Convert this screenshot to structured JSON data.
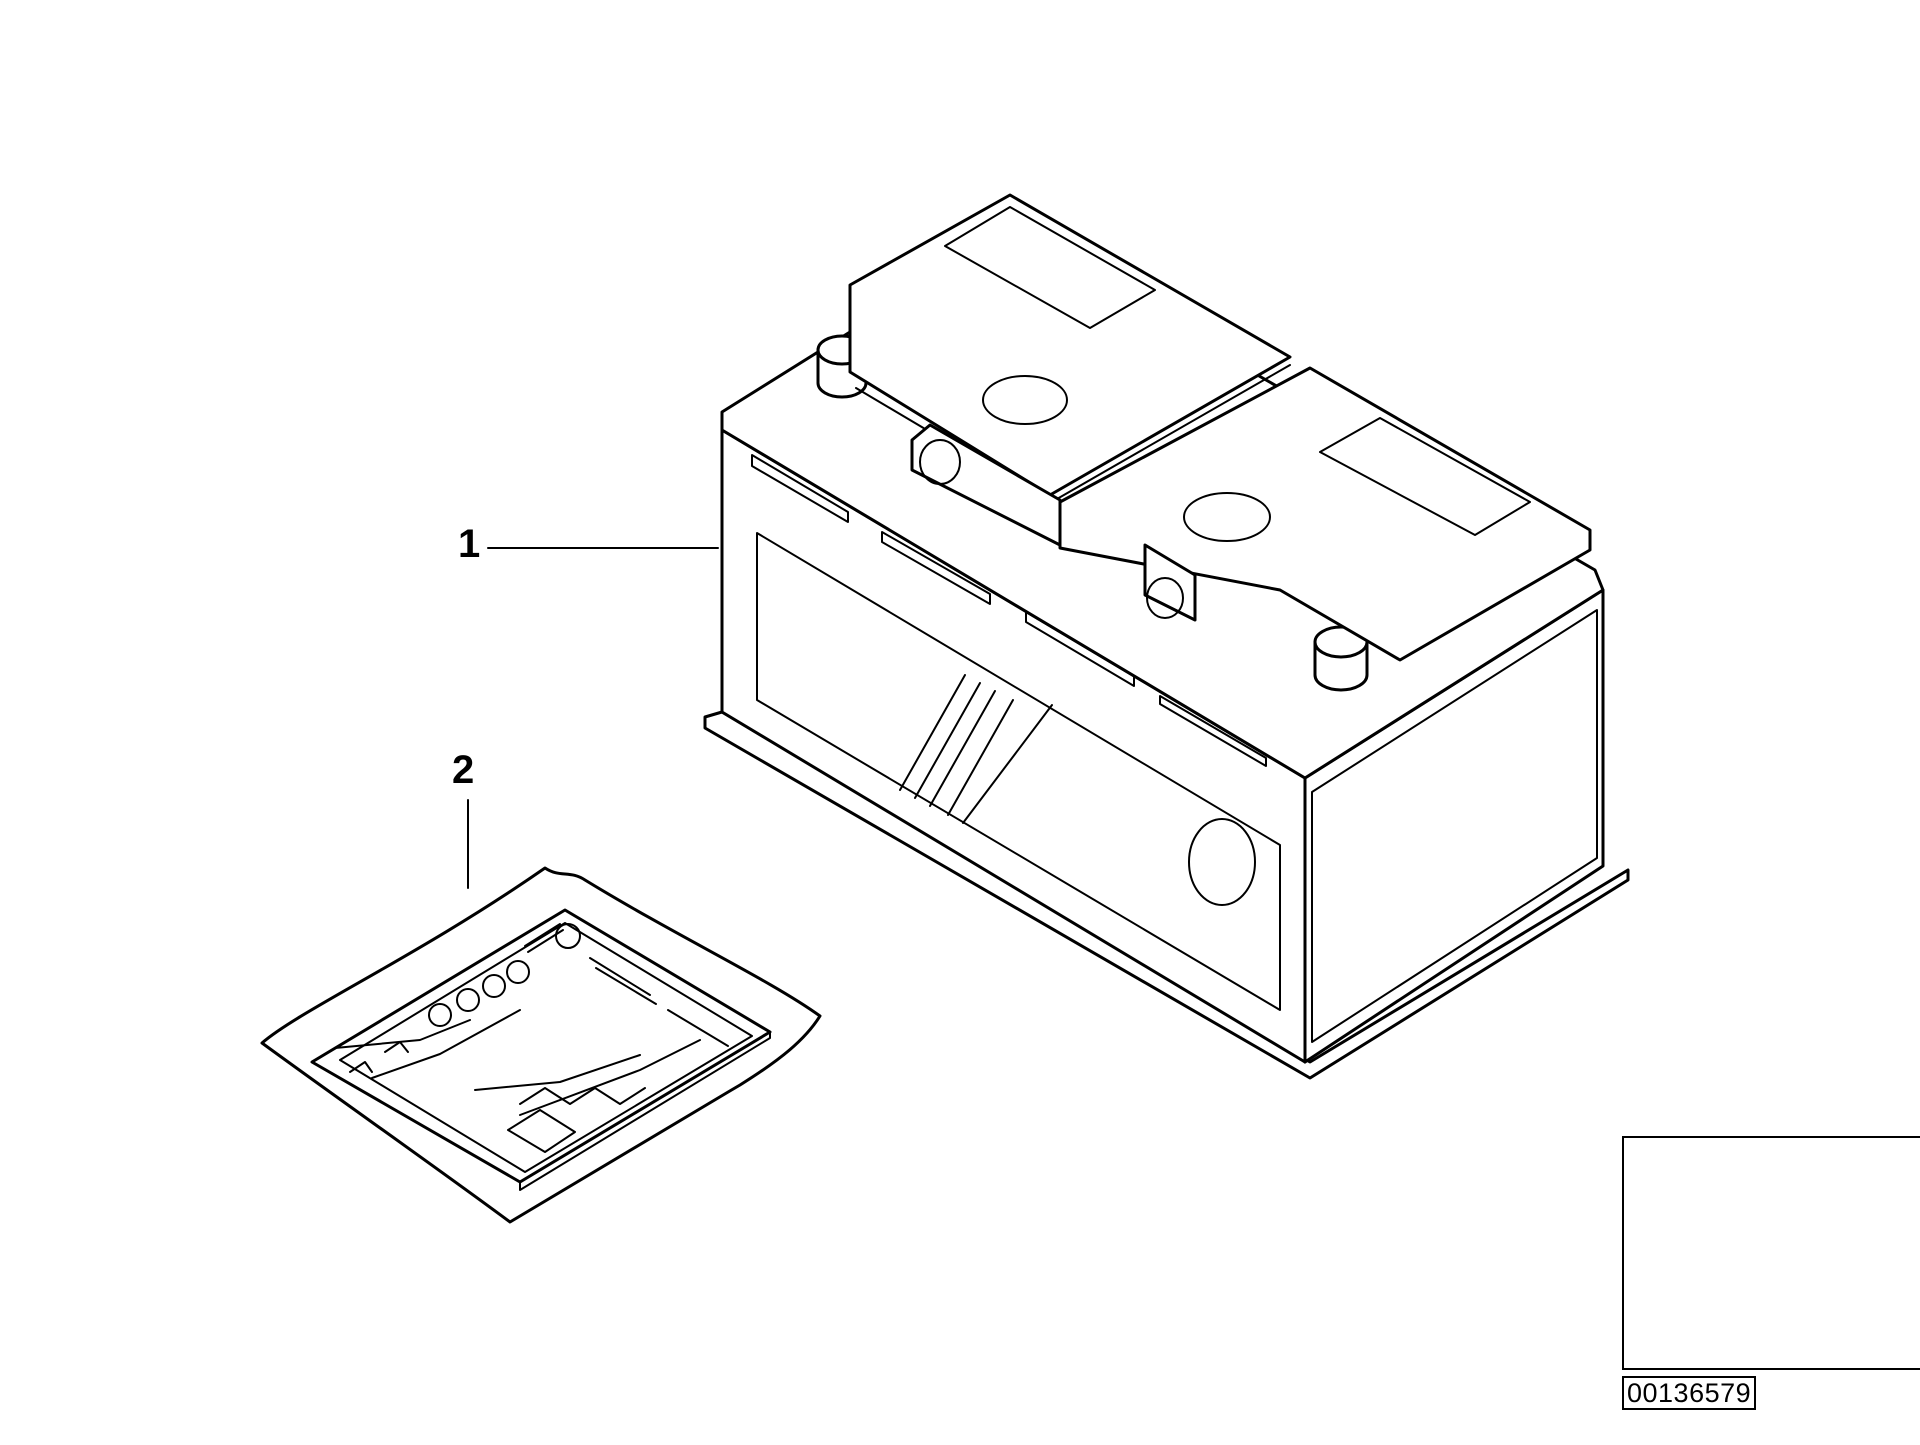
{
  "callouts": [
    {
      "number": "1"
    },
    {
      "number": "2"
    }
  ],
  "diagram_id": "00136579",
  "colors": {
    "line": "#000000",
    "background": "#ffffff"
  }
}
